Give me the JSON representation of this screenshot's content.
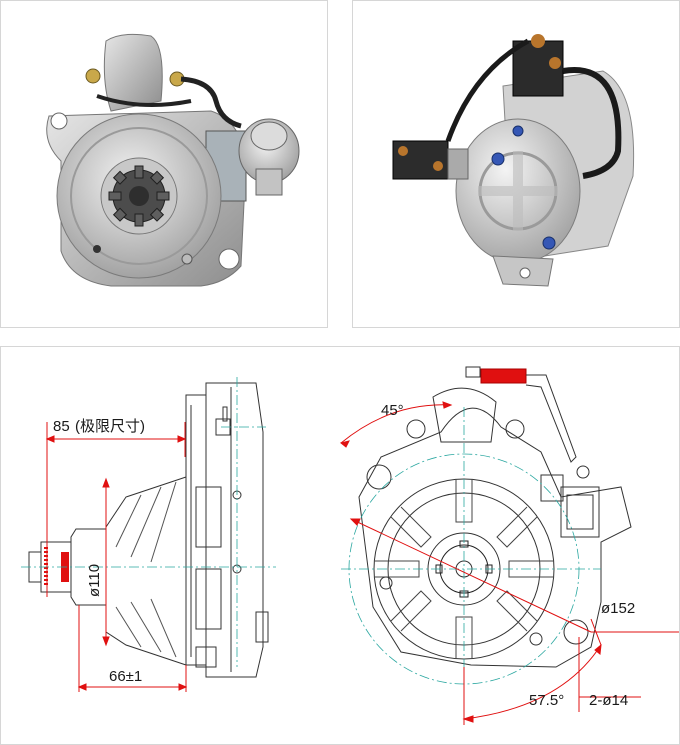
{
  "photos": {
    "front_view": {
      "icon": "starter-motor-front-photo"
    },
    "rear_view": {
      "icon": "starter-motor-rear-photo"
    }
  },
  "side_drawing": {
    "dim_overall_value": "85",
    "dim_overall_note": "(极限尺寸)",
    "dim_flange_diameter": "ø110",
    "dim_pinion_offset": "66±1"
  },
  "front_drawing": {
    "dim_angle_top": "45°",
    "dim_bolt_circle": "ø152",
    "dim_angle_bottom": "57.5°",
    "dim_holes": "2-ø14"
  },
  "colors": {
    "dimension_red": "#e01010",
    "line_dark": "#333333",
    "centerline_teal": "#2aa7a0"
  }
}
